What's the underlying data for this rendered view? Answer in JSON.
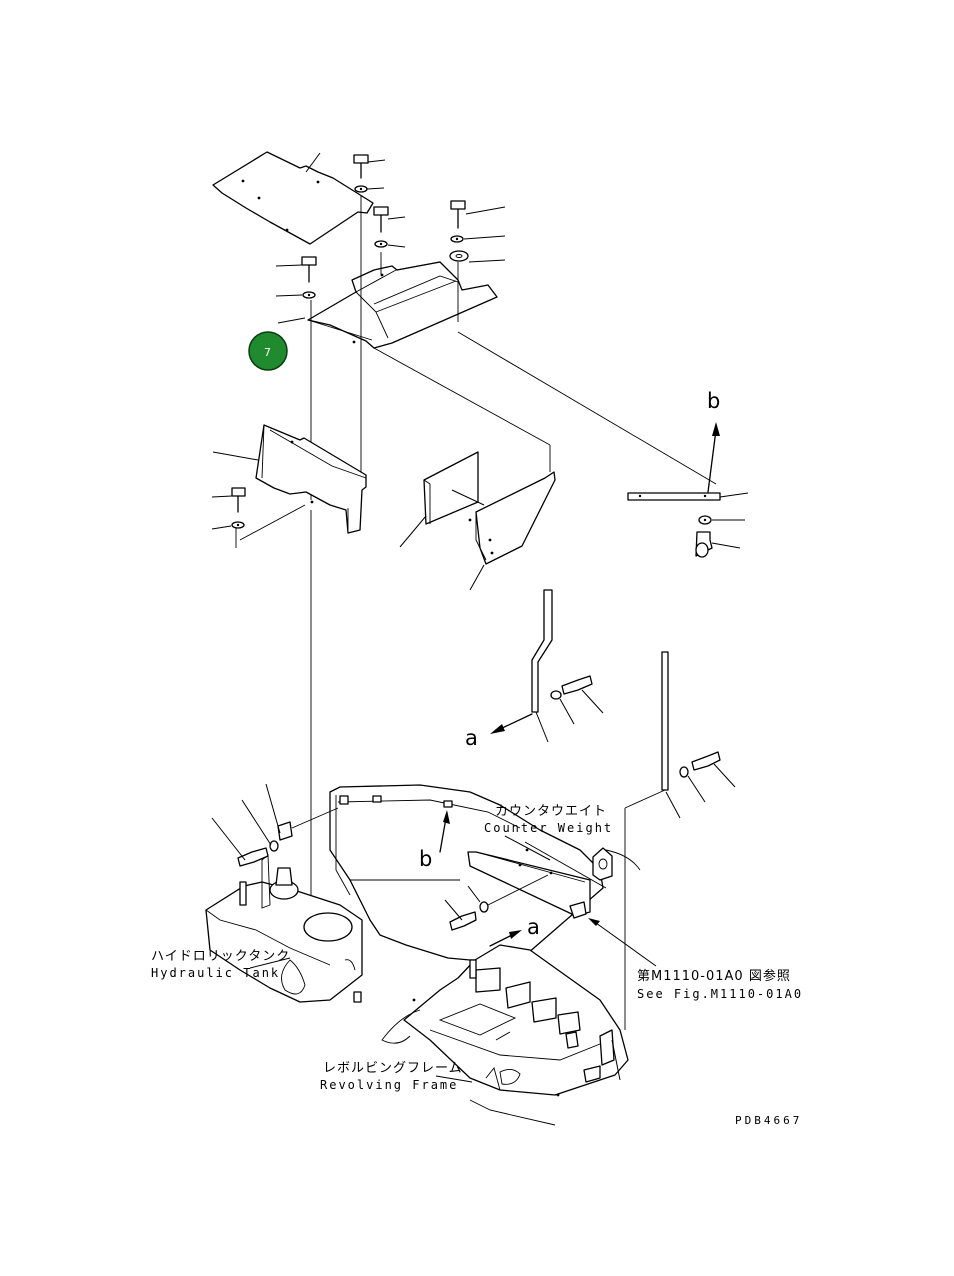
{
  "diagram": {
    "drawing_code": "PDB4667",
    "badge": {
      "number": "7",
      "fill": "#1f8a2e",
      "stroke": "#0a3d12"
    },
    "ref_letters": {
      "a_upper": "a",
      "a_lower": "a",
      "b_upper": "b",
      "b_lower": "b"
    },
    "labels": {
      "counter_weight_jp": "カウンタウエイト",
      "counter_weight_en": "Counter Weight",
      "hydraulic_tank_jp": "ハイドロリックタンク",
      "hydraulic_tank_en": "Hydraulic Tank",
      "see_fig_jp": "第M1110-01A0 図参照",
      "see_fig_en": "See Fig.M1110-01A0",
      "revolving_frame_jp": "レボルビングフレーム",
      "revolving_frame_en": "Revolving Frame"
    }
  }
}
